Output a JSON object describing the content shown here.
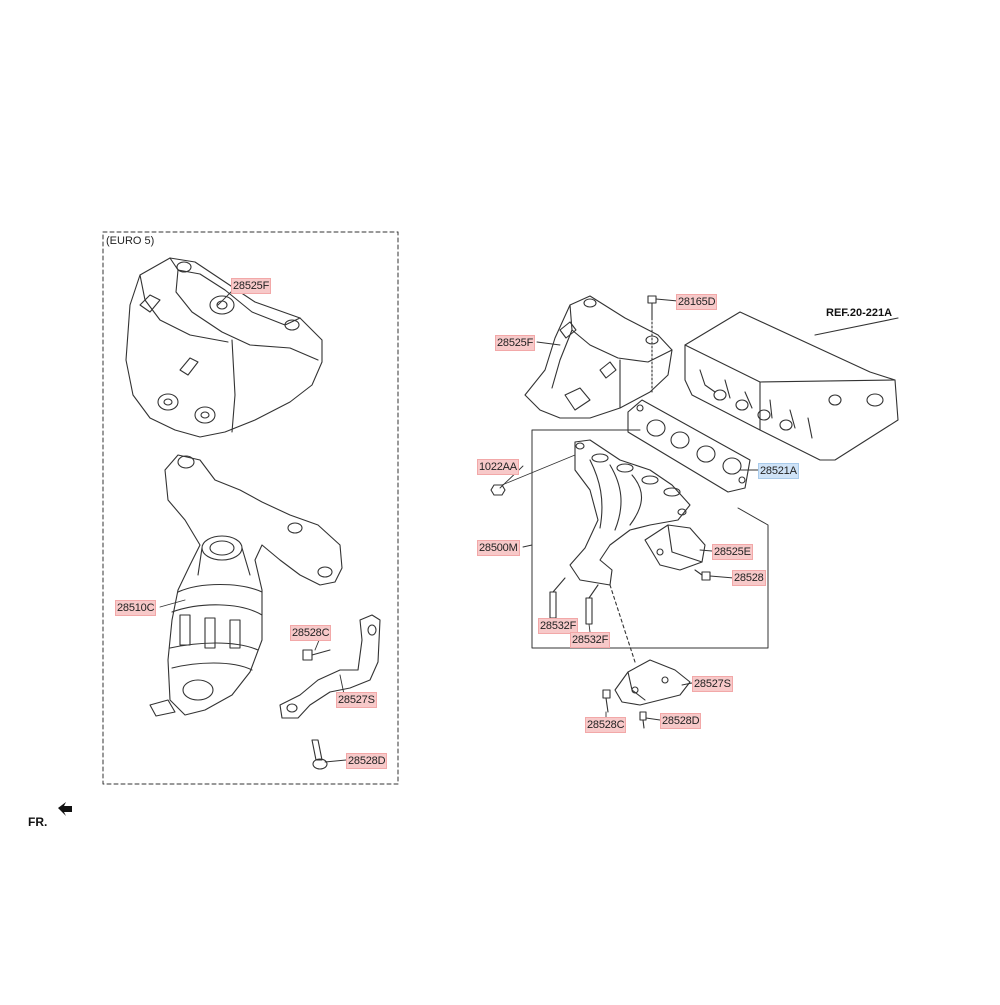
{
  "variant_box": {
    "label": "(EURO 5)"
  },
  "front_indicator": {
    "label": "FR."
  },
  "reference": {
    "label": "REF.20-221A"
  },
  "colors": {
    "red_highlight": "#f7c9c9",
    "blue_highlight": "#cfe3f7",
    "line": "#333333"
  },
  "labels": {
    "euro_heat_protector": "28525F",
    "euro_catalytic_converter": "28510C",
    "euro_bolt_c": "28528C",
    "euro_stay": "28527S",
    "euro_bolt_d": "28528D",
    "main_bolt_top": "28165D",
    "main_heat_protector": "28525F",
    "main_nut": "1022AA",
    "main_gasket": "28521A",
    "main_manifold": "28500M",
    "main_heat_protector_e": "28525E",
    "main_bolt": "28528",
    "main_stud_1": "28532F",
    "main_stud_2": "28532F",
    "main_stay": "28527S",
    "main_bolt_c": "28528C",
    "main_bolt_d": "28528D"
  }
}
